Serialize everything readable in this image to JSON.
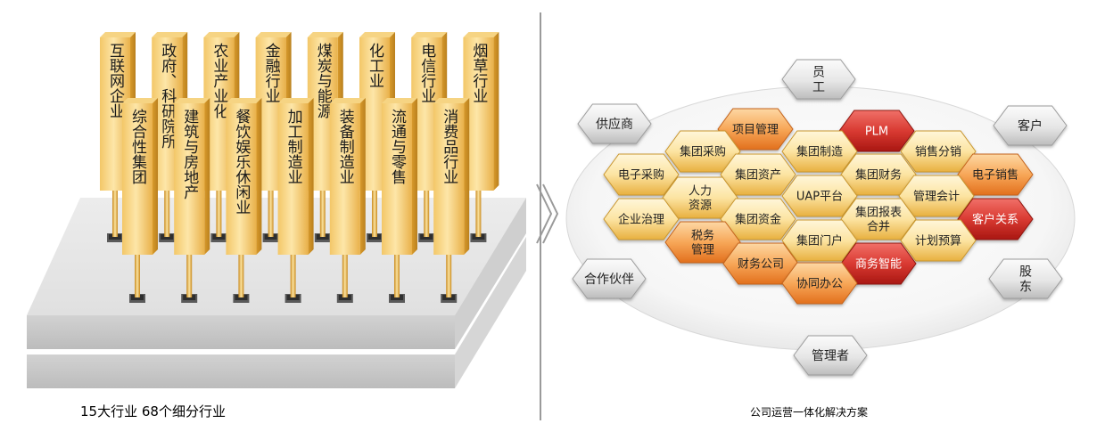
{
  "left_panel": {
    "back_row": [
      "互联网企业",
      "政府、科研院所",
      "农业产业化",
      "金融行业",
      "煤炭与能源",
      "化工业",
      "电信行业",
      "烟草行业"
    ],
    "front_row": [
      "综合性集团",
      "建筑与房地产",
      "餐饮娱乐休闲业",
      "加工制造业",
      "装备制造业",
      "流通与零售",
      "消费品行业"
    ],
    "caption": "15大行业 68个细分行业"
  },
  "right_panel": {
    "stakeholders": [
      "员工",
      "供应商",
      "客户",
      "合作伙伴",
      "股东",
      "管理者"
    ],
    "modules": [
      {
        "label": "项目管理",
        "style": "orange"
      },
      {
        "label": "PLM",
        "style": "red"
      },
      {
        "label": "集团采购",
        "style": "gold"
      },
      {
        "label": "集团制造",
        "style": "gold"
      },
      {
        "label": "销售分销",
        "style": "gold"
      },
      {
        "label": "电子采购",
        "style": "gold"
      },
      {
        "label": "集团资产",
        "style": "gold"
      },
      {
        "label": "集团财务",
        "style": "gold"
      },
      {
        "label": "电子销售",
        "style": "orange"
      },
      {
        "label": "人力资源",
        "style": "gold"
      },
      {
        "label": "UAP平台",
        "style": "gold"
      },
      {
        "label": "管理会计",
        "style": "gold"
      },
      {
        "label": "企业治理",
        "style": "gold"
      },
      {
        "label": "集团资金",
        "style": "gold"
      },
      {
        "label": "集团报表合并",
        "style": "gold"
      },
      {
        "label": "客户关系",
        "style": "red"
      },
      {
        "label": "税务管理",
        "style": "orange"
      },
      {
        "label": "集团门户",
        "style": "gold"
      },
      {
        "label": "计划预算",
        "style": "gold"
      },
      {
        "label": "财务公司",
        "style": "orange"
      },
      {
        "label": "商务智能",
        "style": "red"
      },
      {
        "label": "协同办公",
        "style": "orange"
      }
    ],
    "caption": "公司运营一体化解决方案"
  },
  "colors": {
    "gold_light": "#fdf0c8",
    "gold_dark": "#eab448",
    "orange_light": "#fbc98a",
    "orange_dark": "#e67822",
    "red_light": "#e8534a",
    "red_dark": "#b51a16",
    "grey_light": "#f4f4f4",
    "grey_dark": "#b4b4b4"
  }
}
